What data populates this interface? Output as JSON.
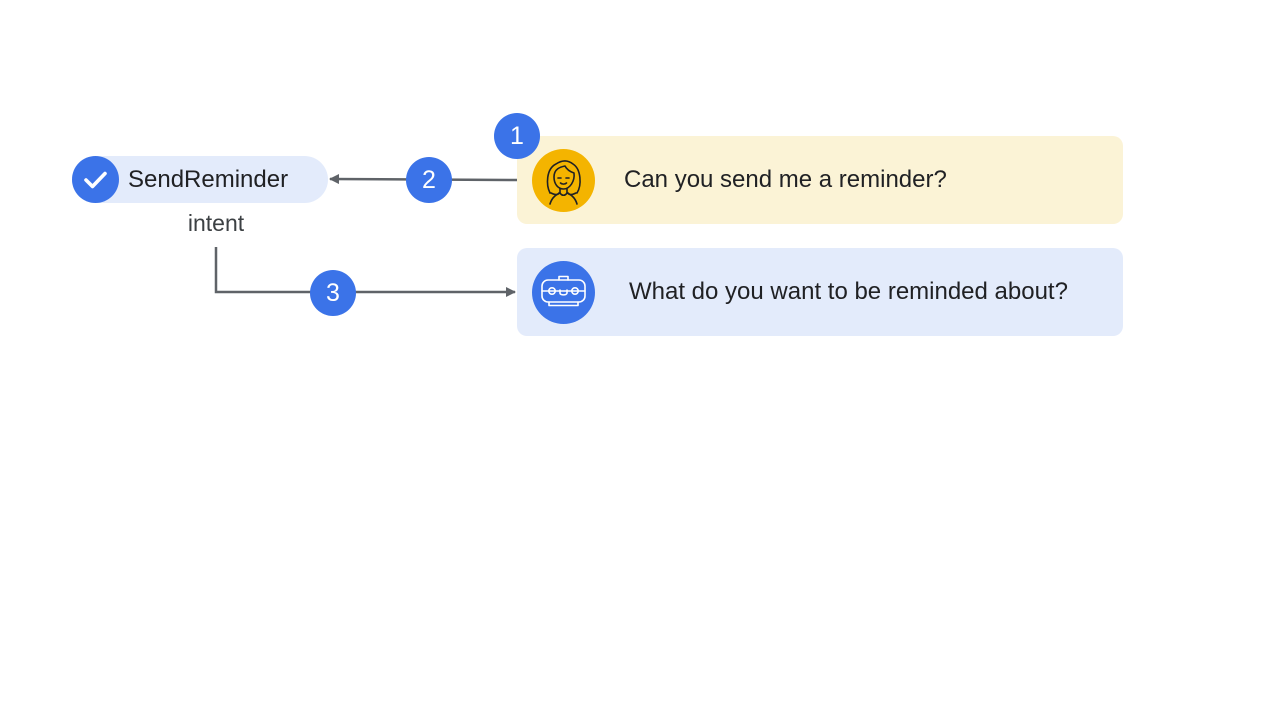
{
  "intent": {
    "name": "SendReminder",
    "caption": "intent",
    "icon": "check-icon"
  },
  "steps": [
    {
      "number": "1"
    },
    {
      "number": "2"
    },
    {
      "number": "3"
    }
  ],
  "messages": {
    "user": {
      "text": "Can you send me a reminder?",
      "avatar_icon": "woman-avatar-icon"
    },
    "agent": {
      "text": "What do you want to be reminded about?",
      "avatar_icon": "robot-avatar-icon"
    }
  },
  "colors": {
    "accent_blue": "#3b73e8",
    "intent_pill_bg": "#e3ebfb",
    "user_bubble_bg": "#fbf3d6",
    "agent_bubble_bg": "#e3ebfb",
    "user_avatar_bg": "#f4b400",
    "connector": "#5f6368"
  }
}
